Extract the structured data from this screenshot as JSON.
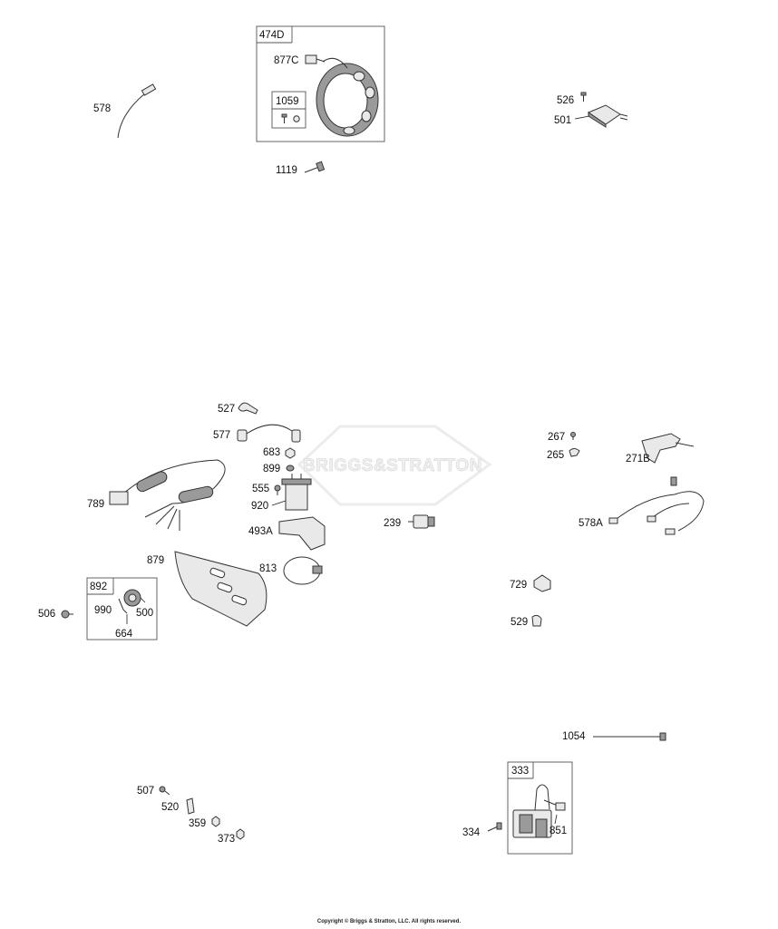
{
  "watermark": "BRIGGS&STRATTON",
  "copyright": "Copyright © Briggs & Stratton, LLC. All rights reserved.",
  "boxes": {
    "b474D": "474D",
    "b1059": "1059",
    "b892": "892",
    "b333": "333"
  },
  "labels": {
    "l578": "578",
    "l877C": "877C",
    "l1119": "1119",
    "l526": "526",
    "l501": "501",
    "l527": "527",
    "l577": "577",
    "l683": "683",
    "l899": "899",
    "l555": "555",
    "l920": "920",
    "l493A": "493A",
    "l813": "813",
    "l789": "789",
    "l879": "879",
    "l239": "239",
    "l990": "990",
    "l500": "500",
    "l664": "664",
    "l506": "506",
    "l267": "267",
    "l265": "265",
    "l271B": "271B",
    "l578A": "578A",
    "l729": "729",
    "l529": "529",
    "l1054": "1054",
    "l334": "334",
    "l851": "851",
    "l507": "507",
    "l520": "520",
    "l359": "359",
    "l373": "373"
  }
}
